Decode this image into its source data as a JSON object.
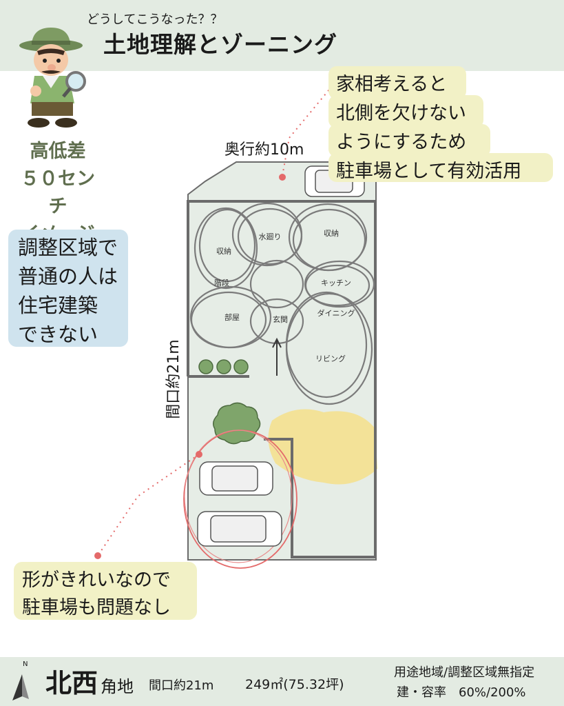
{
  "header": {
    "subtitle": "どうしてこうなった？？",
    "title": "土地理解とゾーニング"
  },
  "left_panel": {
    "elevation_lines": [
      "高低差",
      "５０センチ",
      "イメージ"
    ],
    "zoning_lines": [
      "調整区域で",
      "普通の人は",
      "住宅建築",
      "できない"
    ]
  },
  "notes": {
    "top_right": [
      "家相考えると",
      "北側を欠けない",
      "ようにするため",
      "駐車場として有効活用"
    ],
    "bottom_left": [
      "形がきれいなので",
      "駐車場も問題なし"
    ]
  },
  "dimensions": {
    "depth": "奥行約10m",
    "frontage": "間口約21m"
  },
  "rooms": [
    "収納",
    "水廻り",
    "収納",
    "階段",
    "キッチン",
    "部屋",
    "玄関",
    "ダイニング",
    "リビング"
  ],
  "footer": {
    "north_mark": "N",
    "corner_main": "北西",
    "corner_suffix": "角地",
    "frontage": "間口約21m",
    "area": "249㎡(75.32坪)",
    "zoning": "用途地域/調整区域無指定",
    "ratio": "建・容率　60%/200%"
  },
  "colors": {
    "header_bg": "#e3ebe2",
    "lot_fill": "#e6ede6",
    "blue_box": "#cfe3ee",
    "yellow_note": "#f2f1c6",
    "highlight_yellow": "#f4df8a",
    "red_dots": "#e46a6a"
  }
}
